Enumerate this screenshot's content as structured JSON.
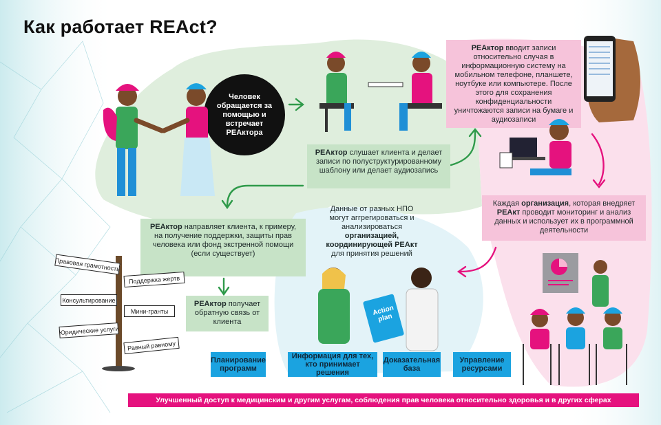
{
  "title": "Как работает REAct?",
  "colors": {
    "green": "#c7e3c7",
    "pink": "#f6c3da",
    "magenta": "#e5127e",
    "blue": "#1ba3e0",
    "arrow_green": "#2f9a4a",
    "arrow_pink": "#e5127e"
  },
  "steps": {
    "meet": "Человек обращается за помощью и встречает РЕАктора",
    "listen": {
      "bold": "РЕАктор",
      "text": " слушает клиента и делает записи по полуструктурированному шаблону или делает аудиозапись"
    },
    "enter": {
      "bold": "РЕАктор",
      "text": " вводит записи относительно случая в информационную систему на мобильном телефоне, планшете, ноутбуке или компьютере. После этого для сохранения конфиденциальности уничтожаются записи на бумаге и аудиозаписи"
    },
    "monitor": {
      "t1": "Каждая ",
      "b1": "организация",
      "t2": ", которая внедряет ",
      "b2": "РЕАкт",
      "t3": " проводит мониторинг и анализ данных и использует их в программной деятельности"
    },
    "aggregate": {
      "t1": "Данные от разных НПО могут аггрегироваться и анализироваться ",
      "b1": "организацией, координирующей РЕАкт",
      "t2": " для принятия решений"
    },
    "refer": {
      "bold": "РЕАктор",
      "text": " направляет клиента, к примеру, на получение поддержки, защиты прав человека или фонд экстренной помощи (если существует)"
    },
    "feedback": {
      "bold": "РЕАктор",
      "text": " получает обратную связь от клиента"
    }
  },
  "signs": [
    "Правовая грамотность",
    "Поддержка жертв",
    "Консультирование",
    "Мини-гранты",
    "Юридические услуги",
    "Равный равному"
  ],
  "book_text": "Action plan",
  "uses": [
    "Планирование программ",
    "Информация для тех, кто принимает решения",
    "Доказательная база",
    "Управление ресурсами"
  ],
  "banner": "Улучшенный доступ к медицинским и другим услугам, соблюдения прав человека относительно здоровья и в других сферах"
}
